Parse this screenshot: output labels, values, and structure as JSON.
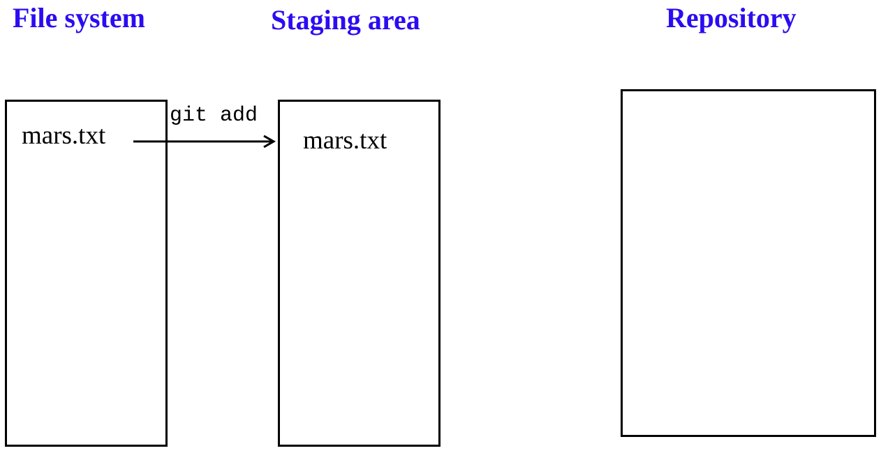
{
  "headings": {
    "file_system": "File system",
    "staging_area": "Staging area",
    "repository": "Repository"
  },
  "file_system": {
    "files": [
      "mars.txt"
    ]
  },
  "staging_area": {
    "files": [
      "mars.txt"
    ]
  },
  "repository": {
    "files": []
  },
  "command": {
    "label": "git add"
  },
  "colors": {
    "heading": "#2b0cf2",
    "box_border": "#000000",
    "text": "#000000"
  }
}
